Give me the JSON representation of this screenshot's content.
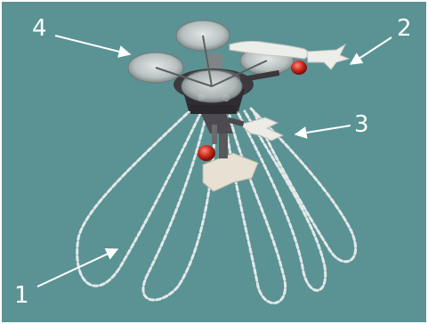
{
  "figure": {
    "background_color": "#5b9394",
    "frame_color": "#ffffff",
    "callouts": [
      {
        "label": "1",
        "points_to": "legs"
      },
      {
        "label": "2",
        "points_to": "hand"
      },
      {
        "label": "3",
        "points_to": "claw"
      },
      {
        "label": "4",
        "points_to": "propeller-disc"
      }
    ]
  }
}
